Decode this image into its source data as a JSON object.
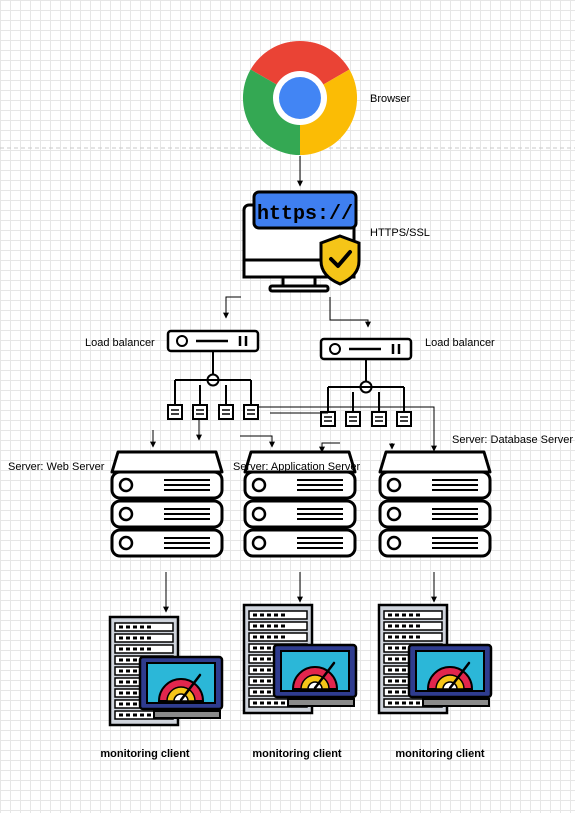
{
  "nodes": {
    "browser": {
      "label": "Browser"
    },
    "https": {
      "label": "HTTPS/SSL",
      "banner_text": "https://"
    },
    "lb_left": {
      "label": "Load balancer"
    },
    "lb_right": {
      "label": "Load balancer"
    },
    "web_server": {
      "label": "Server: Web Server"
    },
    "app_server": {
      "label": "Server: Application Server"
    },
    "db_server": {
      "label": "Server: Database Server"
    },
    "monitor_1": {
      "label": "monitoring client"
    },
    "monitor_2": {
      "label": "monitoring client"
    },
    "monitor_3": {
      "label": "monitoring client"
    }
  },
  "colors": {
    "chrome_red": "#ea4335",
    "chrome_green": "#34a853",
    "chrome_yellow": "#fbbc05",
    "chrome_blue": "#4285f4",
    "https_banner": "#3f7ff0",
    "shield": "#f5c518",
    "check": "#3d8b37",
    "monitor_frame": "#2f3c8f",
    "monitor_screen": "#2bb7d8",
    "gauge_red": "#e2264d",
    "gauge_yellow": "#f5c518"
  }
}
